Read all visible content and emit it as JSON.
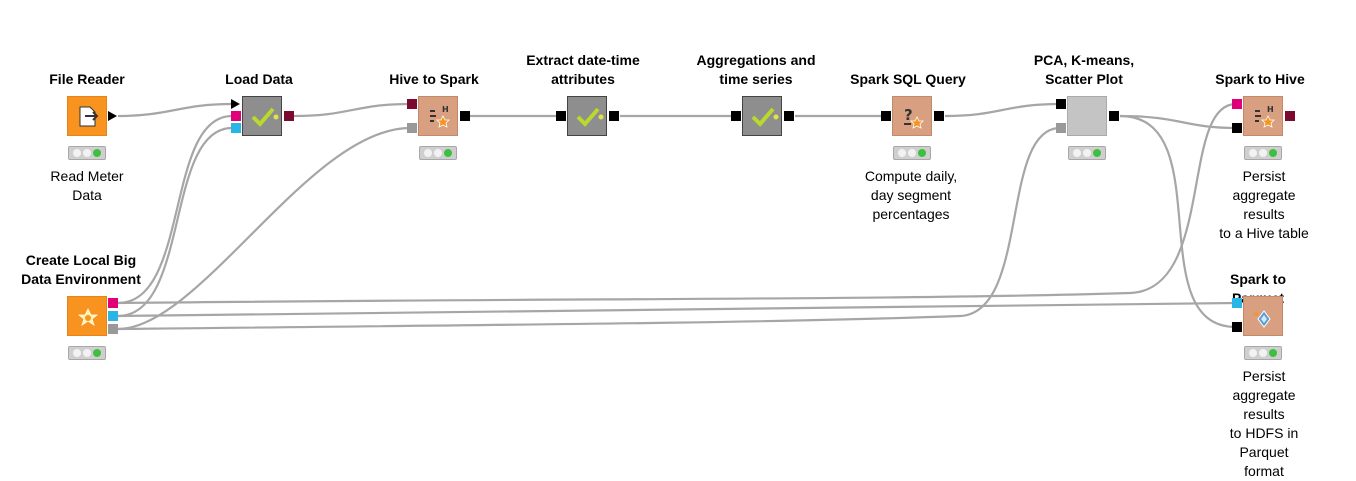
{
  "workflow": {
    "nodes": [
      {
        "id": "file-reader",
        "label": "File Reader",
        "description": "Read Meter\nData"
      },
      {
        "id": "load-data",
        "label": "Load Data",
        "description": ""
      },
      {
        "id": "hive-to-spark",
        "label": "Hive to Spark",
        "description": ""
      },
      {
        "id": "extract-date-time",
        "label": "Extract date-time\nattributes",
        "description": ""
      },
      {
        "id": "aggregations",
        "label": "Aggregations and\ntime series",
        "description": ""
      },
      {
        "id": "spark-sql-query",
        "label": "Spark SQL Query",
        "description": "Compute daily,\nday segment\npercentages"
      },
      {
        "id": "pca-kmeans",
        "label": "PCA, K-means,\nScatter Plot",
        "description": ""
      },
      {
        "id": "spark-to-hive",
        "label": "Spark to Hive",
        "description": "Persist aggregate results\nto a Hive table"
      },
      {
        "id": "create-local-big-data",
        "label": "Create Local Big\nData Environment",
        "description": ""
      },
      {
        "id": "spark-to-parquet",
        "label": "Spark to Parquet",
        "description": "Persist aggregate results\nto HDFS in Parquet format"
      }
    ],
    "node_status": "executed",
    "colors": {
      "source_node": "#f7931e",
      "spark_node": "#d8a080",
      "metanode": "#8e8e8e",
      "pca_metanode": "#c4c4c4",
      "status_ok": "#3fbf3f",
      "connection": "#a6a6a6",
      "port_hive": "#e0007a",
      "port_hdfs": "#29b6e6",
      "port_spark": "#999999",
      "port_database": "#7a0b2e",
      "port_data": "#000000"
    },
    "icons": {
      "file-reader": "file-arrow-icon",
      "metanode": "checkmark-icon",
      "spark": "spark-star-icon",
      "hive": "hive-icon",
      "sql": "question-mark-icon",
      "parquet": "parquet-icon"
    }
  }
}
